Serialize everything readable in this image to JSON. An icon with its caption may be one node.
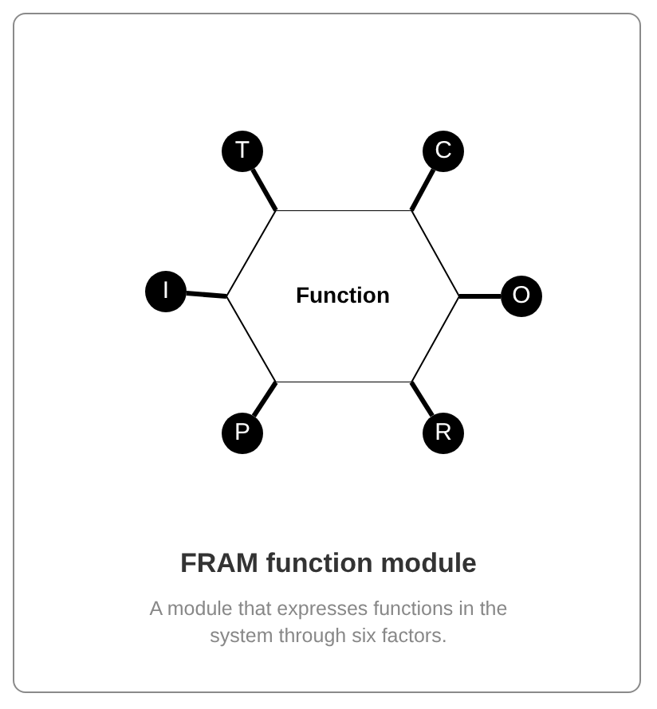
{
  "diagram": {
    "nodes": [
      {
        "text": [
          "T"
        ]
      },
      {
        "text": [
          "C"
        ]
      },
      {
        "text": [
          "I"
        ]
      },
      {
        "text": [
          "Function"
        ]
      },
      {
        "text": [
          "O"
        ]
      },
      {
        "text": [
          "P"
        ]
      },
      {
        "text": [
          "R"
        ]
      }
    ],
    "edges": [
      {
        "from": 0,
        "to": 3,
        "arrow": "none"
      },
      {
        "from": 1,
        "to": 3,
        "arrow": "none"
      },
      {
        "from": 2,
        "to": 3,
        "arrow": "none"
      },
      {
        "from": 4,
        "to": 3,
        "arrow": "none"
      },
      {
        "from": 5,
        "to": 3,
        "arrow": "none"
      },
      {
        "from": 6,
        "to": 3,
        "arrow": "none"
      }
    ],
    "labels": [
      "FRAM function module",
      "A module that expresses functions in the system through six factors."
    ]
  }
}
